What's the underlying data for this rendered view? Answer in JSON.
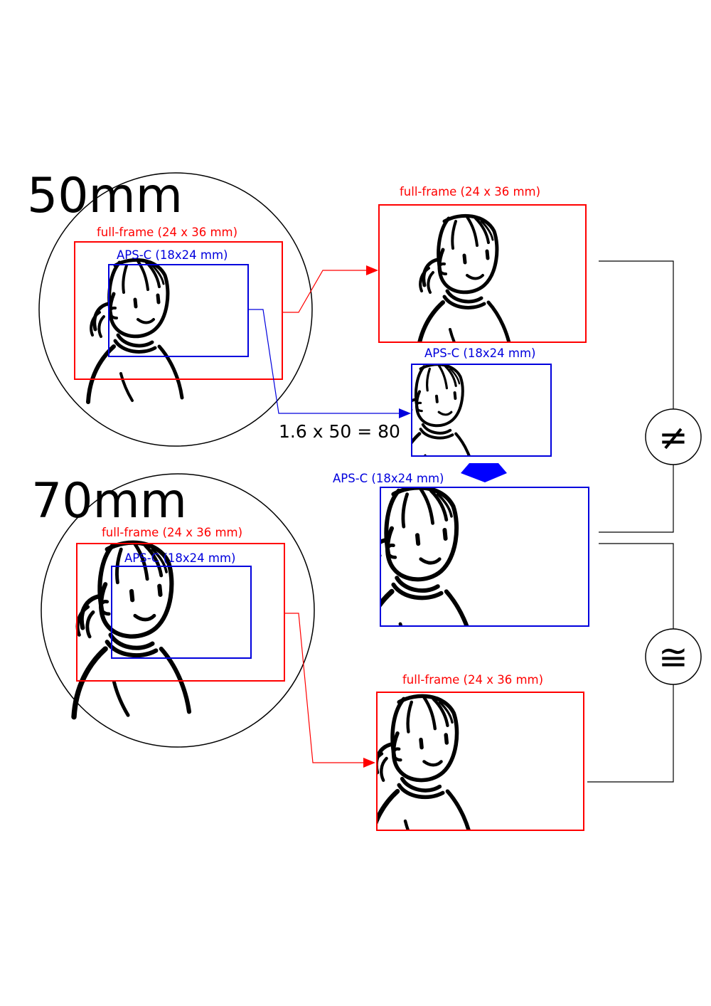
{
  "lenses": [
    {
      "label": "50mm"
    },
    {
      "label": "70mm"
    }
  ],
  "labels": {
    "full_frame": "full-frame (24 x 36 mm)",
    "aps_c": "APS-C (18x24 mm)",
    "formula": "1.6 x 50 = 80"
  },
  "symbols": {
    "not_equal": "≠",
    "approx_equal": "≅"
  },
  "colors": {
    "full_frame": "#ff0000",
    "aps_c": "#0000dd",
    "ink": "#000000"
  }
}
